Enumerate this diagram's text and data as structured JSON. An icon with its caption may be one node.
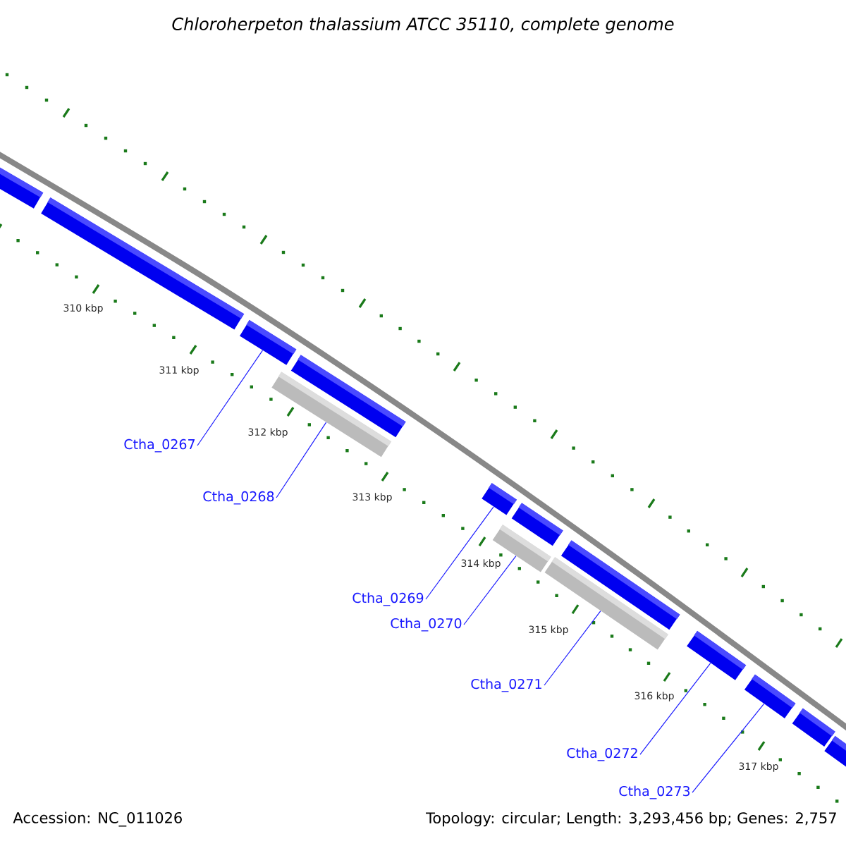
{
  "diagram": {
    "title": "Chloroherpeton thalassium ATCC 35110, complete genome",
    "nodes": [
      {
        "text": [],
        "shape": "bar"
      },
      {
        "text": [],
        "shape": "bar"
      },
      {
        "text": [],
        "shape": "bar"
      },
      {
        "text": [],
        "shape": "bar"
      },
      {
        "text": [],
        "shape": "bar"
      },
      {
        "text": [],
        "shape": "bar"
      },
      {
        "text": [],
        "shape": "bar"
      },
      {
        "text": [],
        "shape": "bar"
      },
      {
        "text": [],
        "shape": "bar"
      },
      {
        "text": [],
        "shape": "bar"
      },
      {
        "text": [],
        "shape": "bar"
      },
      {
        "text": [],
        "shape": "bar"
      },
      {
        "text": [],
        "shape": "bar"
      },
      {
        "text": [],
        "shape": "bar"
      },
      {
        "text": [
          "Ctha_0267"
        ]
      },
      {
        "text": [
          "Ctha_0268"
        ]
      },
      {
        "text": [
          "Ctha_0269"
        ]
      },
      {
        "text": [
          "Ctha_0270"
        ]
      },
      {
        "text": [
          "Ctha_0271"
        ]
      },
      {
        "text": [
          "Ctha_0272"
        ]
      },
      {
        "text": [
          "Ctha_0273"
        ]
      }
    ],
    "edges": [
      {
        "from": 14,
        "to": 2,
        "arrow": "none"
      },
      {
        "from": 15,
        "to": 4,
        "arrow": "none"
      },
      {
        "from": 16,
        "to": 5,
        "arrow": "none"
      },
      {
        "from": 17,
        "to": 8,
        "arrow": "none"
      },
      {
        "from": 18,
        "to": 9,
        "arrow": "none"
      },
      {
        "from": 19,
        "to": 10,
        "arrow": "none"
      },
      {
        "from": 20,
        "to": 11,
        "arrow": "none"
      }
    ],
    "labels": [
      "310 kbp",
      "311 kbp",
      "312 kbp",
      "313 kbp",
      "314 kbp",
      "315 kbp",
      "316 kbp",
      "317 kbp",
      "Accession: NC_011026",
      "Topology: circular; Length: 3,293,456 bp; Genes: 2,757"
    ]
  }
}
